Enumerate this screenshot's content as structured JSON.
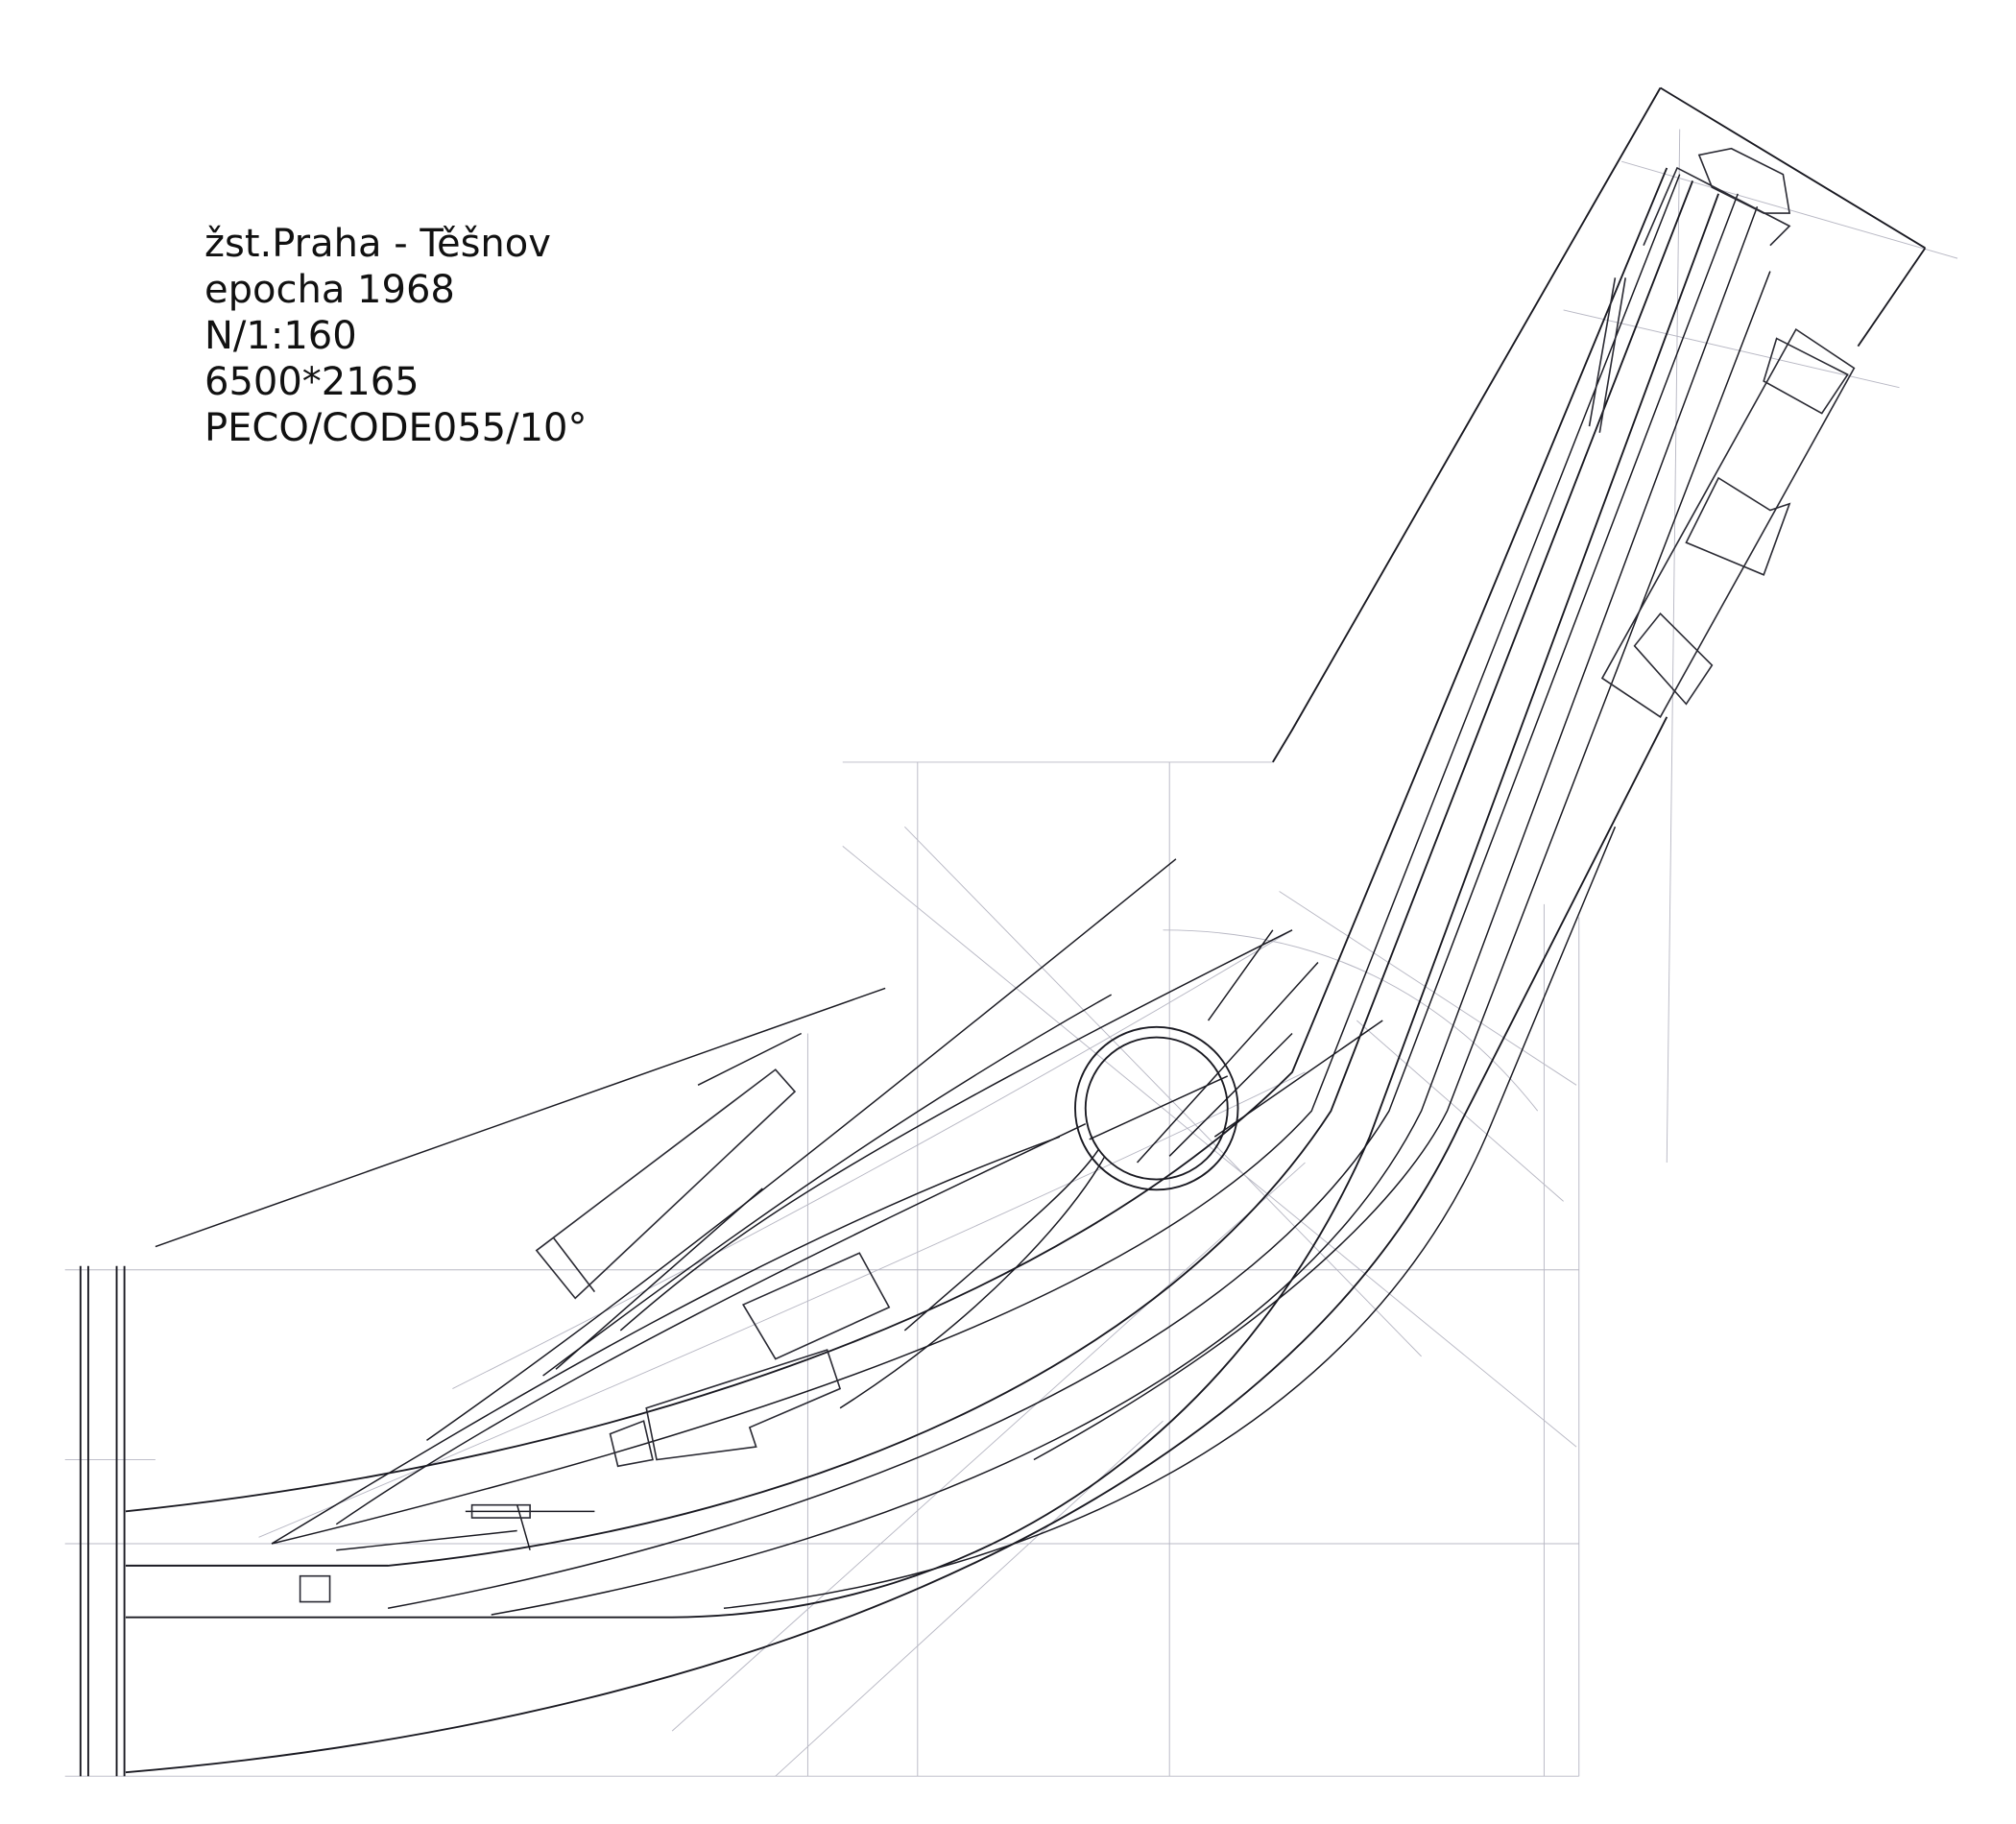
{
  "title_block": {
    "station": "žst.Praha - Těšnov",
    "epoch": "epocha 1968",
    "scale": "N/1:160",
    "dimensions": "6500*2165",
    "track_system": "PECO/CODE055/10°"
  },
  "colors": {
    "ink": "#1a1a22",
    "construction_lines": "#b8b8c4",
    "paper": "#ffffff"
  }
}
